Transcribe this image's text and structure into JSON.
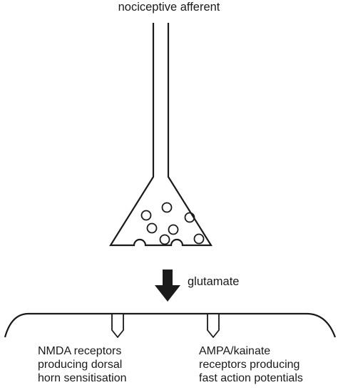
{
  "labels": {
    "afferent": "nociceptive afferent",
    "transmitter": "glutamate",
    "nmda": [
      "NMDA receptors",
      "producing dorsal",
      "horn sensitisation"
    ],
    "ampa": [
      "AMPA/kainate",
      "receptors producing",
      "fast action potentials"
    ]
  },
  "colors": {
    "line": "#1a1a1a",
    "background": "#ffffff"
  },
  "icons": {
    "arrow": "down-arrow-icon",
    "vesicle": "vesicle-circle",
    "receptor": "receptor-channel"
  }
}
